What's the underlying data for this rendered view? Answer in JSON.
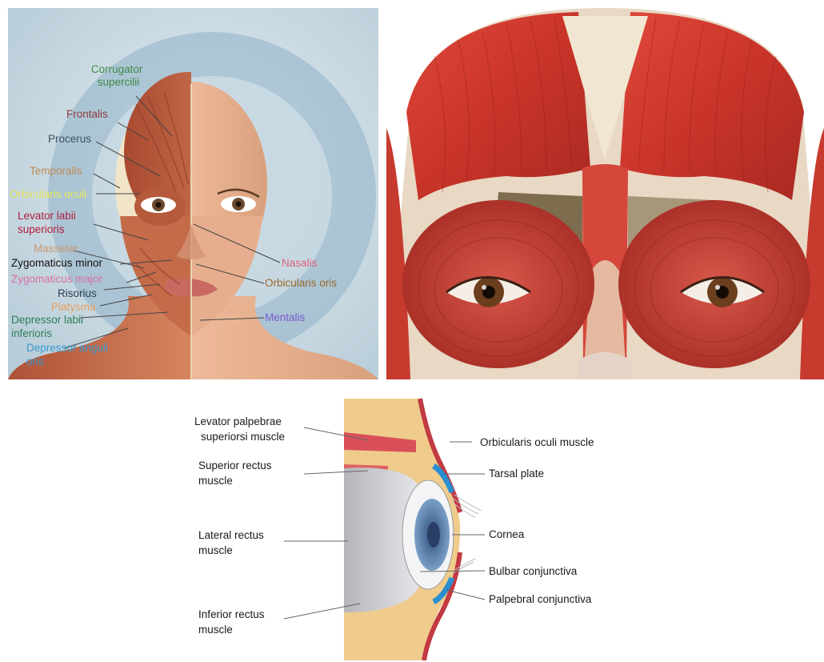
{
  "face_panel": {
    "labels": [
      {
        "id": "corrugator",
        "lines": [
          "Corrugator",
          "supercilii"
        ],
        "color": "#3f8a4a"
      },
      {
        "id": "frontalis",
        "lines": [
          "Frontalis"
        ],
        "color": "#8a3b3b"
      },
      {
        "id": "procerus",
        "lines": [
          "Procerus"
        ],
        "color": "#3c4f5c"
      },
      {
        "id": "temporalis",
        "lines": [
          "Temporalis"
        ],
        "color": "#c08a55"
      },
      {
        "id": "orbicularis-oculi",
        "lines": [
          "Orbicularis oculi"
        ],
        "color": "#e6e65a"
      },
      {
        "id": "levator-labii",
        "lines": [
          "Levator labii",
          "superioris"
        ],
        "color": "#b01e3c"
      },
      {
        "id": "masseter",
        "lines": [
          "Masseter"
        ],
        "color": "#c8966a"
      },
      {
        "id": "zygomaticus-minor",
        "lines": [
          "Zygomaticus minor"
        ],
        "color": "#111111"
      },
      {
        "id": "zygomaticus-major",
        "lines": [
          "Zygomaticus major"
        ],
        "color": "#d96fa4"
      },
      {
        "id": "risorius",
        "lines": [
          "Risorius"
        ],
        "color": "#2c3e50"
      },
      {
        "id": "platysma",
        "lines": [
          "Platysma"
        ],
        "color": "#e8a060"
      },
      {
        "id": "depressor-labii",
        "lines": [
          "Depressor labii",
          "inferioris"
        ],
        "color": "#2e7d5a"
      },
      {
        "id": "depressor-anguli",
        "lines": [
          "Depressor anguli",
          "oris"
        ],
        "color": "#3a9ad0"
      },
      {
        "id": "nasalis",
        "lines": [
          "Nasalis"
        ],
        "color": "#e0607a"
      },
      {
        "id": "orbicularis-oris",
        "lines": [
          "Orbicularis oris"
        ],
        "color": "#9a6a2a"
      },
      {
        "id": "mentalis",
        "lines": [
          "Mentalis"
        ],
        "color": "#7b5bd0"
      }
    ],
    "background_color": "#bdd4e0",
    "halo_color": "#9ab9cc",
    "muscle_color": "#c8714e",
    "skin_color": "#e8b496"
  },
  "eye_panel": {
    "labels": [
      {
        "id": "levator-palpebrae",
        "lines": [
          "Levator palpebrae",
          "superiorsi muscle"
        ]
      },
      {
        "id": "superior-rectus",
        "lines": [
          "Superior rectus",
          "muscle"
        ]
      },
      {
        "id": "lateral-rectus",
        "lines": [
          "Lateral rectus",
          "muscle"
        ]
      },
      {
        "id": "inferior-rectus",
        "lines": [
          "Inferior rectus",
          "muscle"
        ]
      },
      {
        "id": "orbicularis-oculi-muscle",
        "lines": [
          "Orbicularis oculi muscle"
        ]
      },
      {
        "id": "tarsal-plate",
        "lines": [
          "Tarsal plate"
        ]
      },
      {
        "id": "cornea",
        "lines": [
          "Cornea"
        ]
      },
      {
        "id": "bulbar-conjunctiva",
        "lines": [
          "Bulbar conjunctiva"
        ]
      },
      {
        "id": "palpebral-conjunctiva",
        "lines": [
          "Palpebral conjunctiva"
        ]
      }
    ],
    "fat_color": "#f0cc8c",
    "muscle_color": "#d9505a",
    "globe_color": "#d8d8dc",
    "iris_color": "#4d79a8",
    "tarsal_color": "#2a8fd0"
  }
}
